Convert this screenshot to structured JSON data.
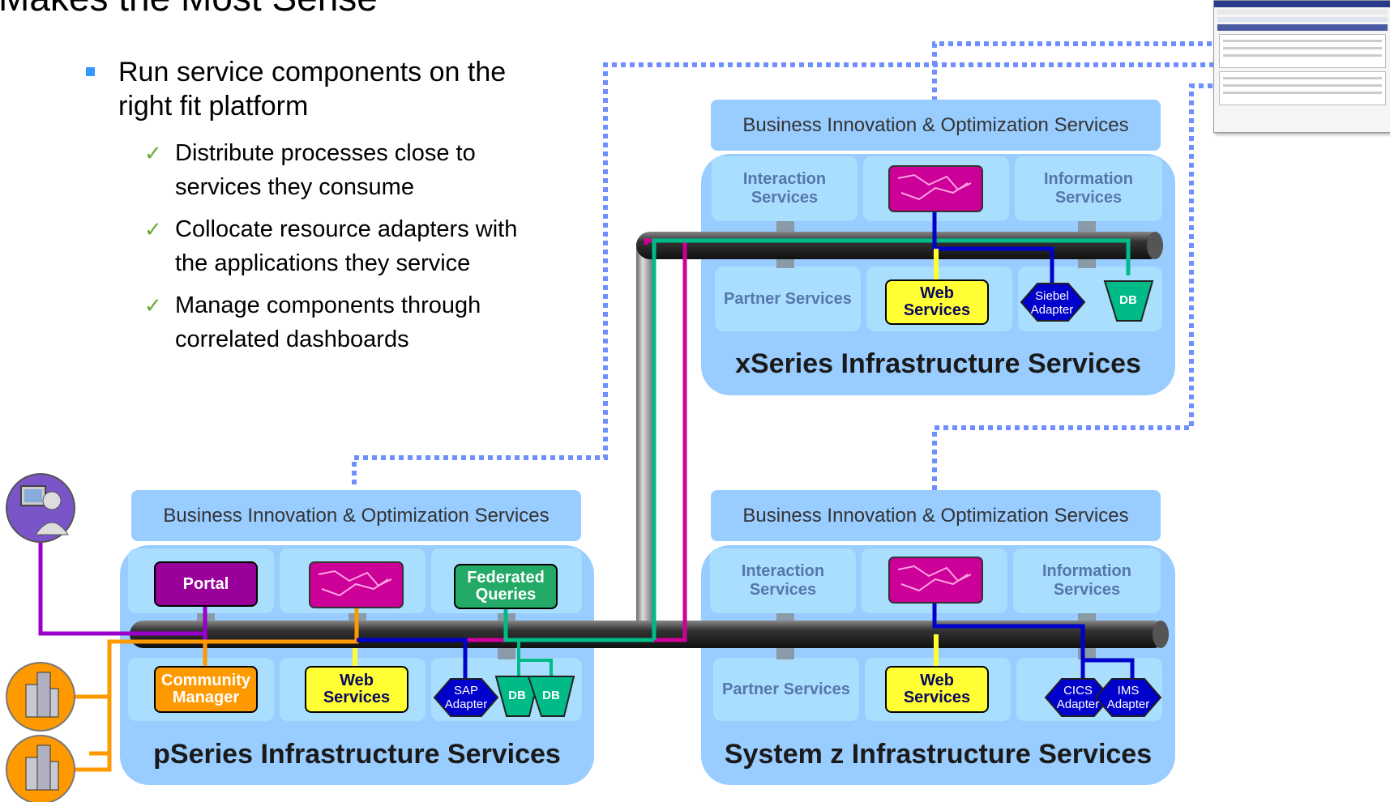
{
  "title": "Makes the Most Sense",
  "bullets": {
    "main": "Run service components on the right fit platform",
    "subs": [
      "Distribute processes close to services they consume",
      "Collocate resource adapters with the applications they service",
      "Manage components through correlated dashboards"
    ]
  },
  "p_series": {
    "bio": "Business Innovation & Optimization Services",
    "infra": "pSeries Infrastructure Services",
    "portal": "Portal",
    "community_manager": "Community Manager",
    "federated_queries": "Federated Queries",
    "web_services": "Web Services",
    "sap_adapter": "SAP Adapter",
    "db": "DB"
  },
  "x_series": {
    "bio": "Business Innovation & Optimization Services",
    "infra": "xSeries Infrastructure Services",
    "interaction": "Interaction Services",
    "information": "Information Services",
    "partner": "Partner Services",
    "web_services": "Web Services",
    "siebel_adapter": "Siebel Adapter",
    "db": "DB"
  },
  "z_series": {
    "bio": "Business Innovation & Optimization Services",
    "infra": "System z Infrastructure Services",
    "interaction": "Interaction Services",
    "information": "Information Services",
    "partner": "Partner Services",
    "web_services": "Web Services",
    "cics_adapter": "CICS Adapter",
    "ims_adapter": "IMS Adapter"
  },
  "colors": {
    "panel": "#99ccff",
    "cell": "#aadeff",
    "bus": "#1a1a1a",
    "purple_line": "#9900cc",
    "magenta_line": "#cc0099",
    "teal_line": "#00bb88",
    "orange_line": "#ff9900",
    "blue_line": "#0000cc",
    "dotted": "#6f8fff"
  }
}
